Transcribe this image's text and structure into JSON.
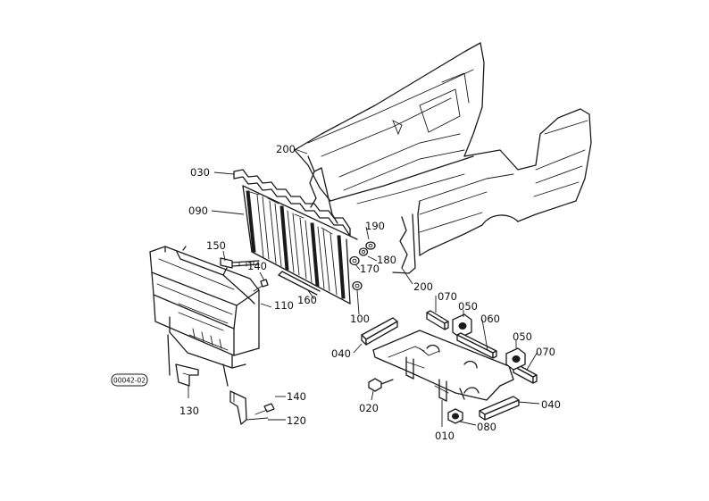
{
  "diagram": {
    "reference_code": "00042-02",
    "labels": [
      {
        "id": "p200a",
        "text": "200"
      },
      {
        "id": "p030",
        "text": "030"
      },
      {
        "id": "p090",
        "text": "090"
      },
      {
        "id": "p190",
        "text": "190"
      },
      {
        "id": "p150",
        "text": "150"
      },
      {
        "id": "p180",
        "text": "180"
      },
      {
        "id": "p140a",
        "text": "140"
      },
      {
        "id": "p170",
        "text": "170"
      },
      {
        "id": "p200b",
        "text": "200"
      },
      {
        "id": "p160",
        "text": "160"
      },
      {
        "id": "p110",
        "text": "110"
      },
      {
        "id": "p070a",
        "text": "070"
      },
      {
        "id": "p050a",
        "text": "050"
      },
      {
        "id": "p100",
        "text": "100"
      },
      {
        "id": "p060",
        "text": "060"
      },
      {
        "id": "p050b",
        "text": "050"
      },
      {
        "id": "p040a",
        "text": "040"
      },
      {
        "id": "p070b",
        "text": "070"
      },
      {
        "id": "p140b",
        "text": "140"
      },
      {
        "id": "p130",
        "text": "130"
      },
      {
        "id": "p040b",
        "text": "040"
      },
      {
        "id": "p020",
        "text": "020"
      },
      {
        "id": "p120",
        "text": "120"
      },
      {
        "id": "p010",
        "text": "010"
      },
      {
        "id": "p080",
        "text": "080"
      }
    ]
  }
}
